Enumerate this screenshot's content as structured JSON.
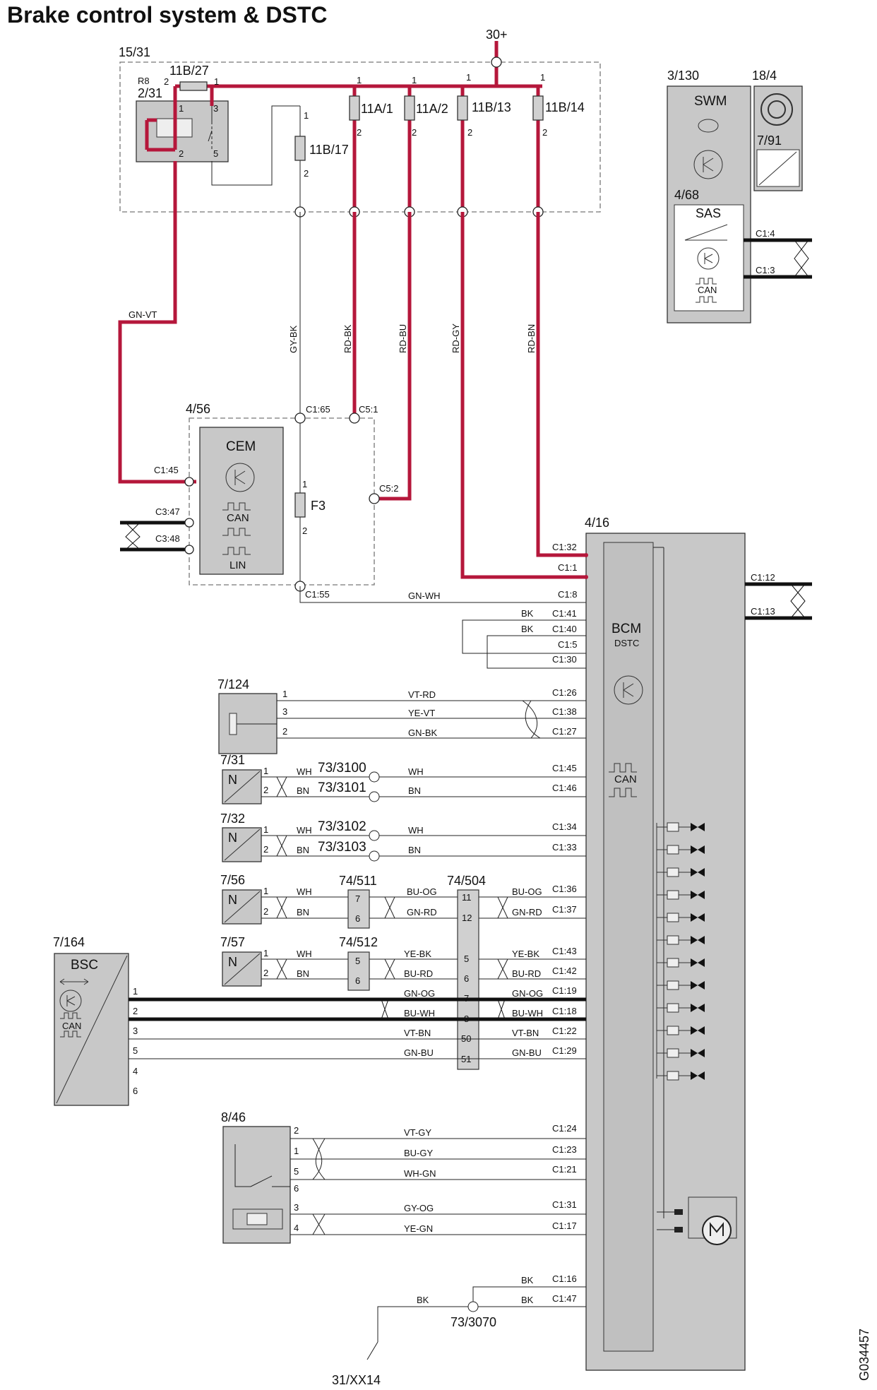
{
  "title": "Brake control system & DSTC",
  "doc_id": "G034457",
  "supply": "30+",
  "fusebox": {
    "id": "15/31",
    "relay_id": "2/31",
    "relay_ref": "R8",
    "fuses": [
      "11B/27",
      "11B/17",
      "11A/1",
      "11A/2",
      "11B/13",
      "11B/14",
      "F3"
    ]
  },
  "components": {
    "swm": {
      "id": "3/130",
      "label": "SWM"
    },
    "horn": {
      "id": "18/4"
    },
    "pedal_sensor": {
      "id": "7/91"
    },
    "sas": {
      "id": "4/68",
      "label": "SAS",
      "can": "CAN"
    },
    "cem": {
      "id": "4/56",
      "label": "CEM",
      "can": "CAN",
      "lin": "LIN"
    },
    "bcm": {
      "id": "4/16",
      "label": "BCM",
      "sub": "DSTC",
      "can": "CAN"
    },
    "yaw": {
      "id": "7/124"
    },
    "ws_fl": {
      "id": "7/31",
      "mark": "N"
    },
    "ws_fr": {
      "id": "7/32",
      "mark": "N"
    },
    "ws_rl": {
      "id": "7/56",
      "mark": "N"
    },
    "ws_rr": {
      "id": "7/57",
      "mark": "N"
    },
    "bsc": {
      "id": "7/164",
      "label": "BSC",
      "can": "CAN"
    },
    "brake_switch": {
      "id": "8/46"
    },
    "conn_511": {
      "id": "74/511",
      "pins": [
        "7",
        "6"
      ]
    },
    "conn_512": {
      "id": "74/512",
      "pins": [
        "5",
        "6"
      ]
    },
    "conn_504": {
      "id": "74/504",
      "pins": [
        "11",
        "12",
        "5",
        "6",
        "7",
        "8",
        "50",
        "51"
      ]
    },
    "splices": [
      "73/3100",
      "73/3101",
      "73/3102",
      "73/3103",
      "73/3070"
    ],
    "ground": "31/XX14"
  },
  "wire_colors": [
    "GN-VT",
    "GY-BK",
    "RD-BK",
    "RD-BU",
    "RD-GY",
    "RD-BN",
    "GN-WH",
    "BK",
    "VT-RD",
    "YE-VT",
    "GN-BK",
    "WH",
    "BN",
    "BU-OG",
    "GN-RD",
    "YE-BK",
    "BU-RD",
    "GN-OG",
    "BU-WH",
    "VT-BN",
    "GN-BU",
    "VT-GY",
    "BU-GY",
    "WH-GN",
    "GY-OG",
    "YE-GN"
  ],
  "pins": [
    "C1:4",
    "C1:3",
    "C1:65",
    "C5:1",
    "C1:45",
    "C5:2",
    "C3:47",
    "C3:48",
    "C1:55",
    "C1:32",
    "C1:1",
    "C1:8",
    "C1:41",
    "C1:40",
    "C1:5",
    "C1:30",
    "C1:26",
    "C1:38",
    "C1:27",
    "C1:46",
    "C1:34",
    "C1:33",
    "C1:36",
    "C1:37",
    "C1:43",
    "C1:42",
    "C1:19",
    "C1:18",
    "C1:22",
    "C1:29",
    "C1:24",
    "C1:23",
    "C1:21",
    "C1:31",
    "C1:17",
    "C1:16",
    "C1:47",
    "C1:12",
    "C1:13"
  ],
  "pin_numbers": [
    "1",
    "2",
    "3",
    "4",
    "5",
    "6"
  ]
}
